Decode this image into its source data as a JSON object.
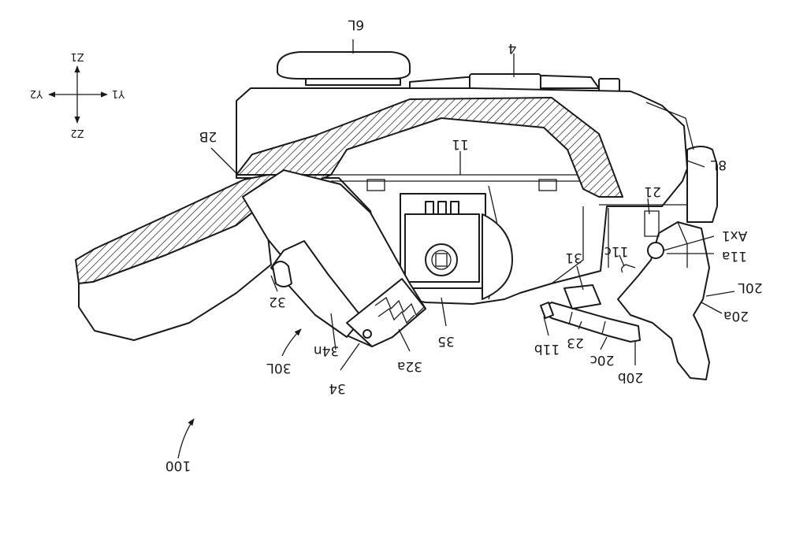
{
  "figure": {
    "axes": {
      "z1": "Z1",
      "z2": "Z2",
      "y1": "Y1",
      "y2": "Y2"
    },
    "labels": {
      "l6L": "6L",
      "l4": "4",
      "l2B": "2B",
      "l11": "11",
      "l8L": "8L",
      "l21": "21",
      "lAx1": "Ax1",
      "l11a": "11a",
      "l11c": "11c",
      "l31": "31",
      "l20L": "20L",
      "l20a": "20a",
      "l32": "32",
      "l30L": "30L",
      "l34n": "34n",
      "l34": "34",
      "l32a": "32a",
      "l35": "35",
      "l11b": "11b",
      "l23": "23",
      "l20c": "20c",
      "l20b": "20b",
      "l100": "100"
    }
  }
}
